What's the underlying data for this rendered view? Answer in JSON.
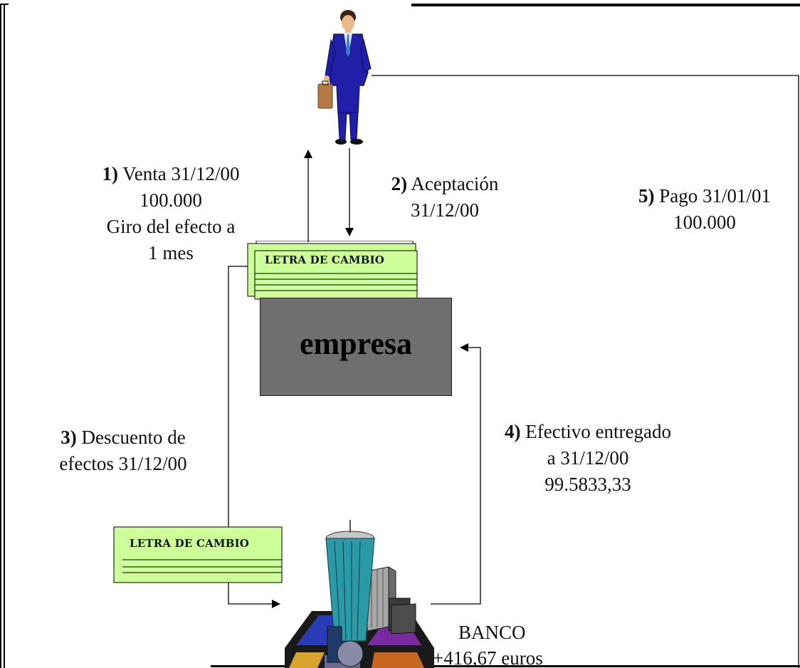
{
  "steps": {
    "step1": {
      "num": "1)",
      "line1": "Venta 31/12/00",
      "line2": "100.000",
      "line3": "Giro del efecto a",
      "line4": "1 mes"
    },
    "step2": {
      "num": "2)",
      "line1": "Aceptación",
      "line2": "31/12/00"
    },
    "step3": {
      "num": "3)",
      "line1": "Descuento de",
      "line2": "efectos 31/12/00"
    },
    "step4": {
      "num": "4)",
      "line1": "Efectivo entregado",
      "line2": "a 31/12/00",
      "line3": "99.5833,33"
    },
    "step5": {
      "num": "5)",
      "line1": "Pago 31/01/01",
      "line2": "100.000"
    }
  },
  "company": {
    "label": "empresa"
  },
  "bill_top": {
    "title": "LETRA DE CAMBIO"
  },
  "bill_bottom": {
    "title": "LETRA DE CAMBIO"
  },
  "bank": {
    "label": "BANCO",
    "amount": "+416,67 euros"
  },
  "colors": {
    "bill_fill": "#ccff99",
    "company_fill": "#6f6f6f",
    "line": "#000000"
  }
}
